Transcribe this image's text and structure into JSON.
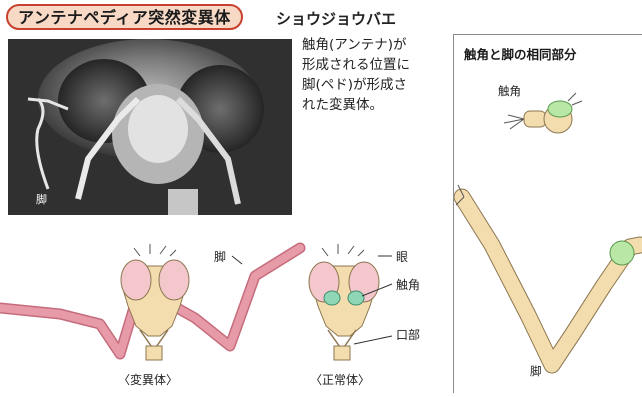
{
  "header": {
    "title": "アンテナペディア突然変異体",
    "species": "ショウジョウバエ"
  },
  "photo": {
    "leg_label": "脚"
  },
  "description": {
    "lines": [
      "触角(アンテナ)が",
      "形成される位置に",
      "脚(ペド)が形成さ",
      "れた変異体。"
    ]
  },
  "diagram": {
    "labels": {
      "leg": "脚",
      "eye": "眼",
      "antenna": "触角",
      "mouth": "口部"
    },
    "captions": {
      "mutant": "〈変異体〉",
      "normal": "〈正常体〉"
    }
  },
  "panel": {
    "title": "触角と脚の相同部分",
    "antenna_label": "触角",
    "leg_label": "脚"
  },
  "colors": {
    "badge_border": "#c9402e",
    "badge_fill": "#f7d9c6",
    "leg_pink": "#e79aa8",
    "head_beige": "#f3dcae",
    "eye_pink": "#f4c7cc",
    "antenna_green": "#8fd6b5",
    "homolog_green": "#b9e7a6"
  }
}
